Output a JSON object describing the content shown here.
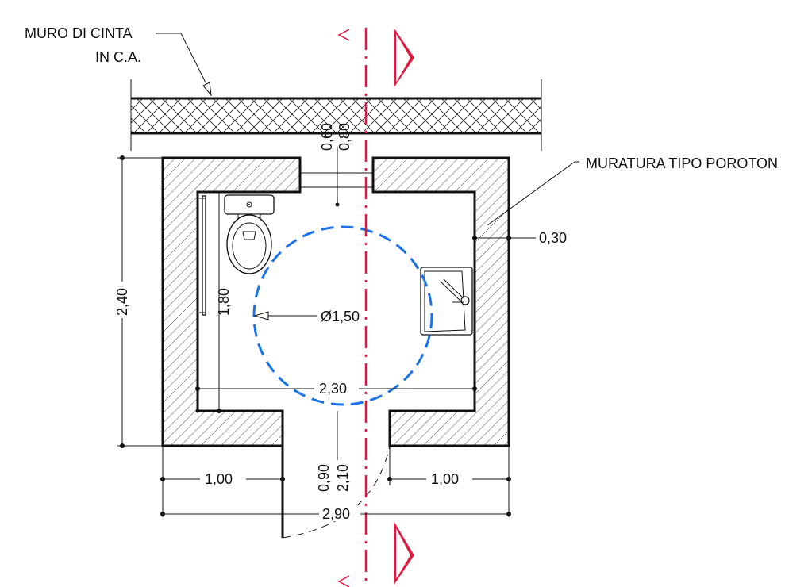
{
  "labels": {
    "boundary_wall_line1": "MURO DI CINTA",
    "boundary_wall_line2": "IN C.A.",
    "masonry": "MURATURA TIPO POROTON"
  },
  "dimensions": {
    "wall_thickness": "0,30",
    "turning_circle": "Ø1,50",
    "room_width": "2,30",
    "total_height": "2,40",
    "room_depth": "1,80",
    "top_opening_height": "0,60",
    "top_opening_width": "0,80",
    "left_wing": "1,00",
    "right_wing": "1,00",
    "door_width": "0,90",
    "door_height": "2,10",
    "total_width": "2,90"
  },
  "colors": {
    "section_line": "#e0193f",
    "turning_circle": "#1a73e8",
    "line": "#111111"
  }
}
